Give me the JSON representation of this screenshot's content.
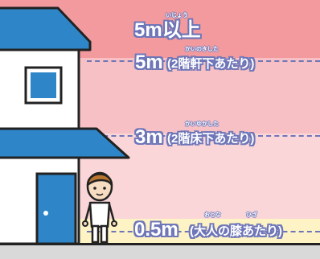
{
  "colors": {
    "band_above_5m": "#f29a9e",
    "band_5m": "#f7c0c4",
    "band_3m": "#fbd6d9",
    "band_05m": "#fdf3c4",
    "house_blue": "#2e86c8",
    "outline": "#222222",
    "label_outline": "#6e76b8"
  },
  "levels": {
    "above_5m": {
      "main": "5m以上",
      "ruby": "いじょう"
    },
    "5m": {
      "main": "5m",
      "note": "(2階軒下あたり)",
      "ruby": "かいのきした"
    },
    "3m": {
      "main": "3m",
      "note": "(2階床下あたり)",
      "ruby": "かいゆかした"
    },
    "0_5m": {
      "main": "0.5m",
      "note": "(大人の膝あたり)",
      "ruby_otona": "おとな",
      "ruby_hiza": "ひざ"
    }
  },
  "icons": [
    "house-icon",
    "person-icon"
  ]
}
